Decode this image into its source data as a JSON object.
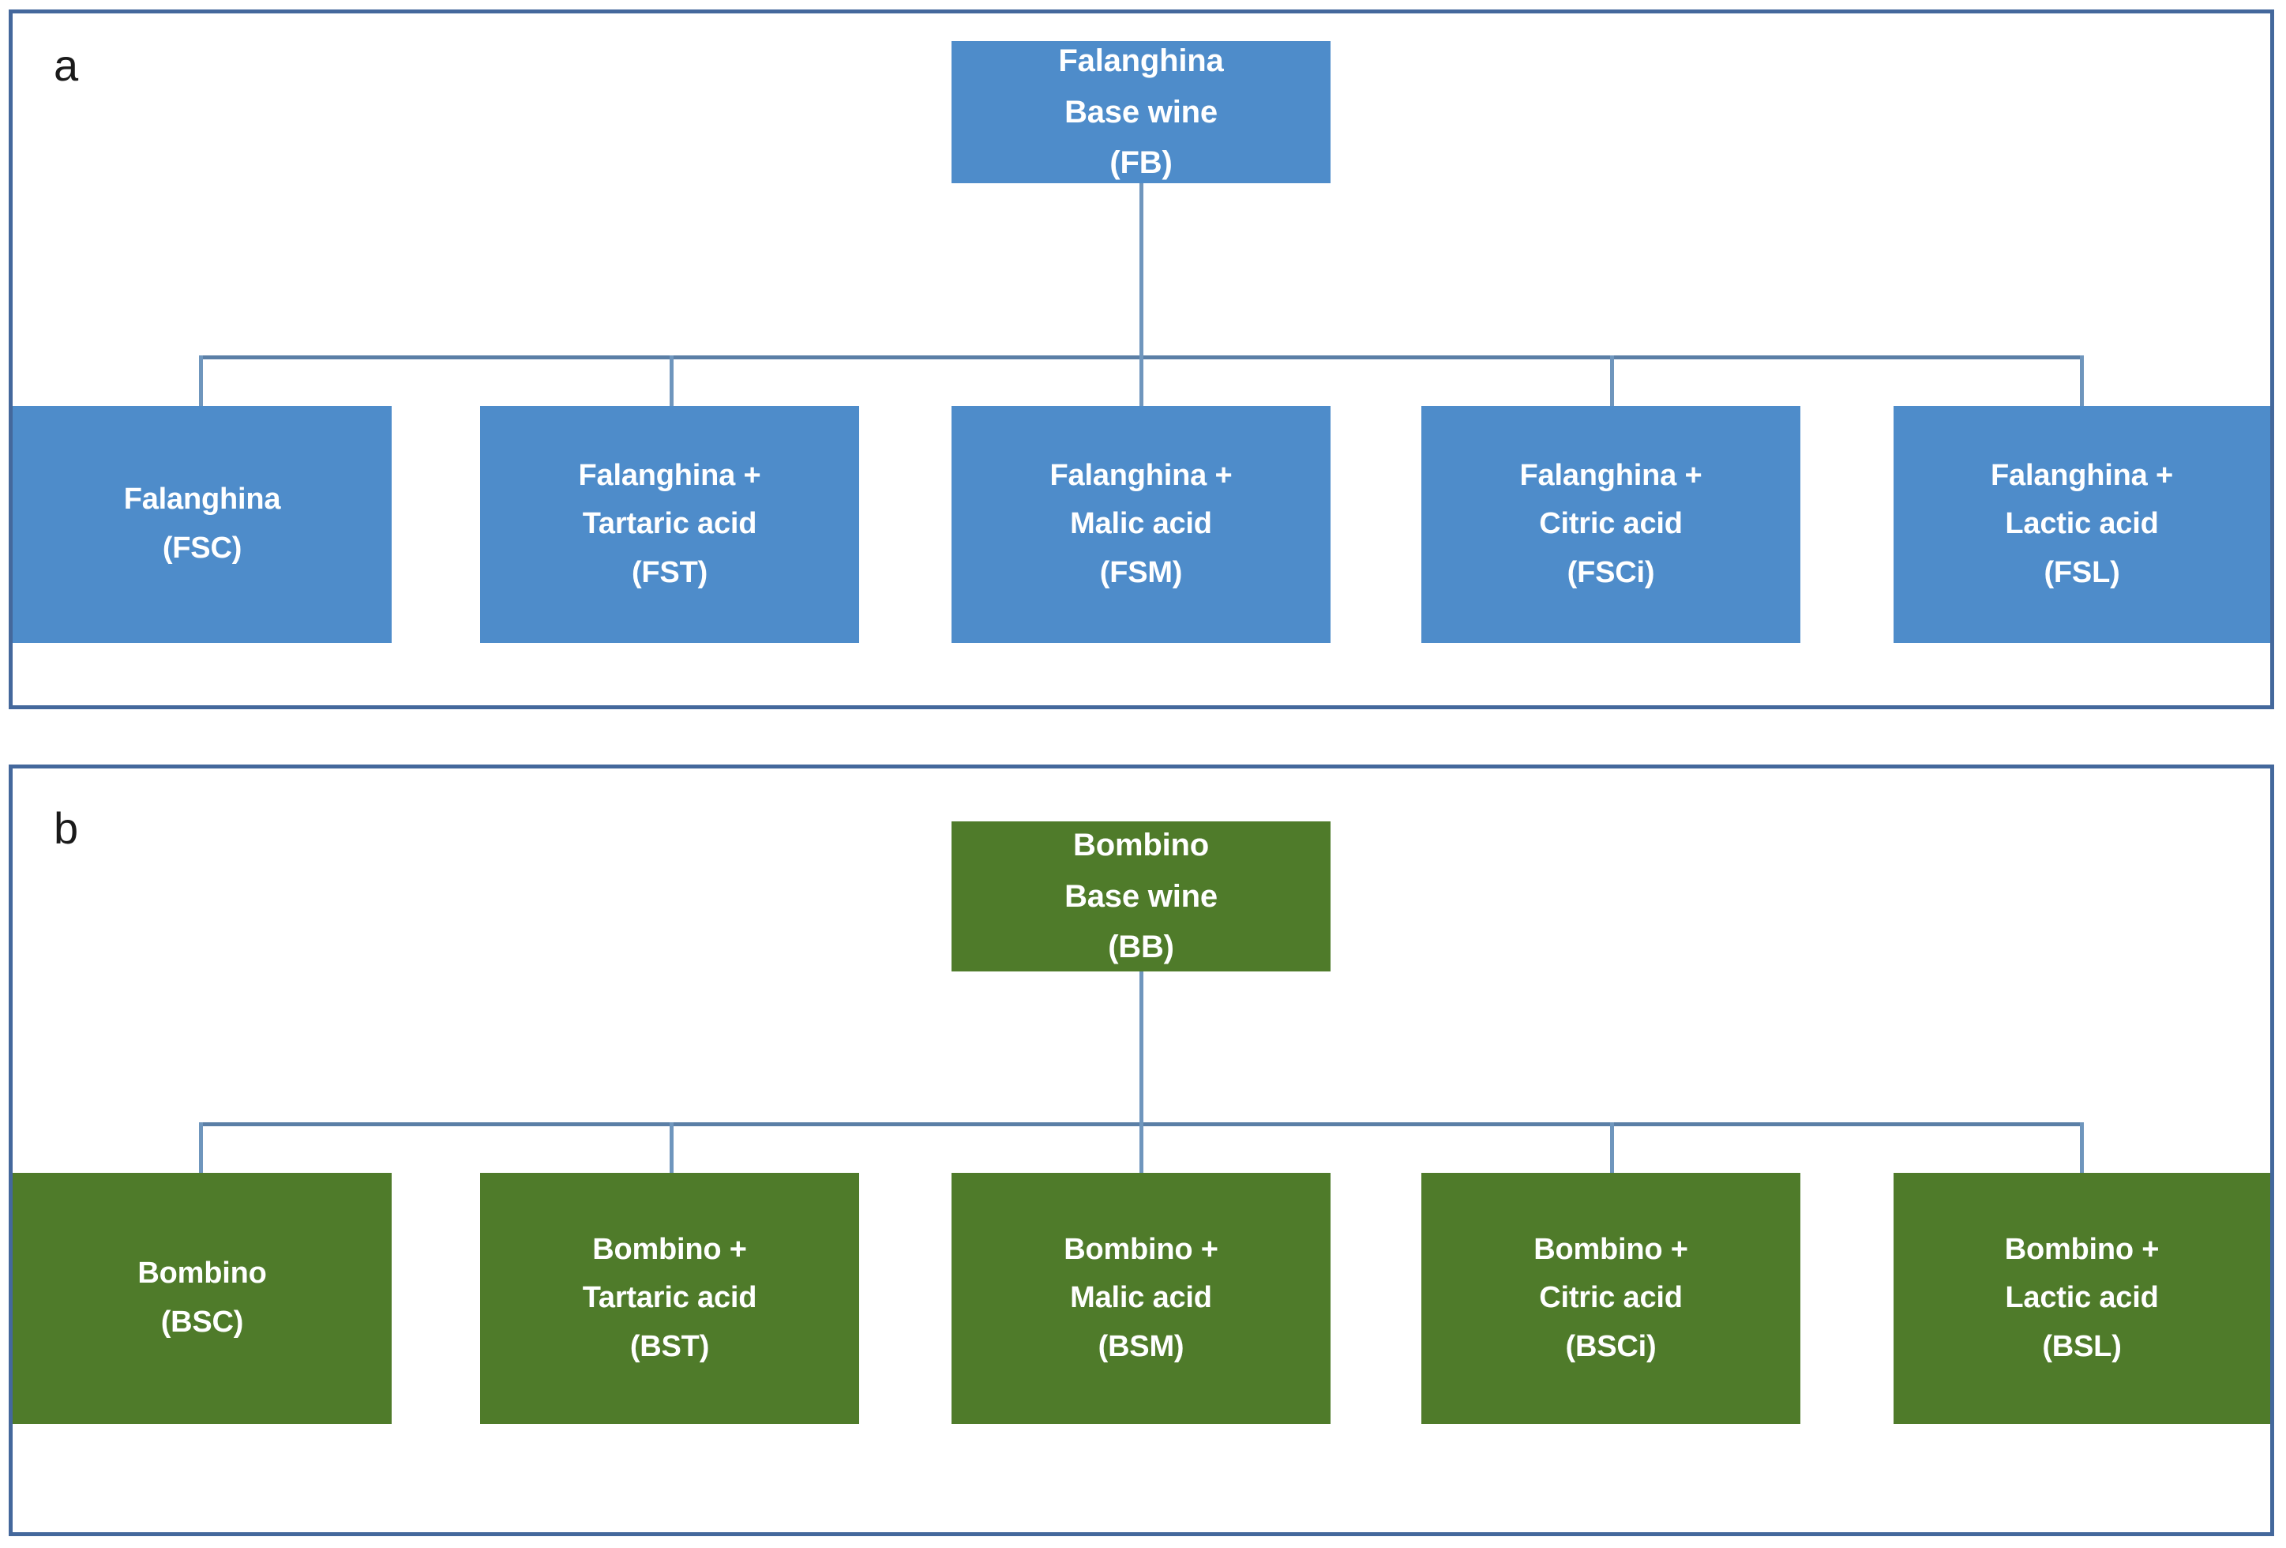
{
  "figure": {
    "type": "diagram",
    "description": "Two-panel experimental design flow chart of wine treatments"
  },
  "panels": [
    {
      "letter": "a",
      "color": "#4e8cca",
      "border_color": "#44689c",
      "base": {
        "lines": [
          "Falanghina",
          "Base wine",
          "(FB)"
        ],
        "code": "FB"
      },
      "leaves": [
        {
          "lines": [
            "Falanghina",
            "(FSC)"
          ],
          "code": "FSC"
        },
        {
          "lines": [
            "Falanghina +",
            "Tartaric acid",
            "(FST)"
          ],
          "code": "FST"
        },
        {
          "lines": [
            "Falanghina +",
            "Malic acid",
            "(FSM)"
          ],
          "code": "FSM"
        },
        {
          "lines": [
            "Falanghina +",
            "Citric acid",
            "(FSCi)"
          ],
          "code": "FSCi"
        },
        {
          "lines": [
            "Falanghina +",
            "Lactic acid",
            "(FSL)"
          ],
          "code": "FSL"
        }
      ]
    },
    {
      "letter": "b",
      "color": "#4f7b2a",
      "border_color": "#44689c",
      "base": {
        "lines": [
          "Bombino",
          "Base wine",
          "(BB)"
        ],
        "code": "BB"
      },
      "leaves": [
        {
          "lines": [
            "Bombino",
            "(BSC)"
          ],
          "code": "BSC"
        },
        {
          "lines": [
            "Bombino +",
            "Tartaric acid",
            "(BST)"
          ],
          "code": "BST"
        },
        {
          "lines": [
            "Bombino +",
            "Malic acid",
            "(BSM)"
          ],
          "code": "BSM"
        },
        {
          "lines": [
            "Bombino +",
            "Citric acid",
            "(BSCi)"
          ],
          "code": "BSCi"
        },
        {
          "lines": [
            "Bombino +",
            "Lactic acid",
            "(BSL)"
          ],
          "code": "BSL"
        }
      ]
    }
  ],
  "connector_color": "#6f96bd"
}
